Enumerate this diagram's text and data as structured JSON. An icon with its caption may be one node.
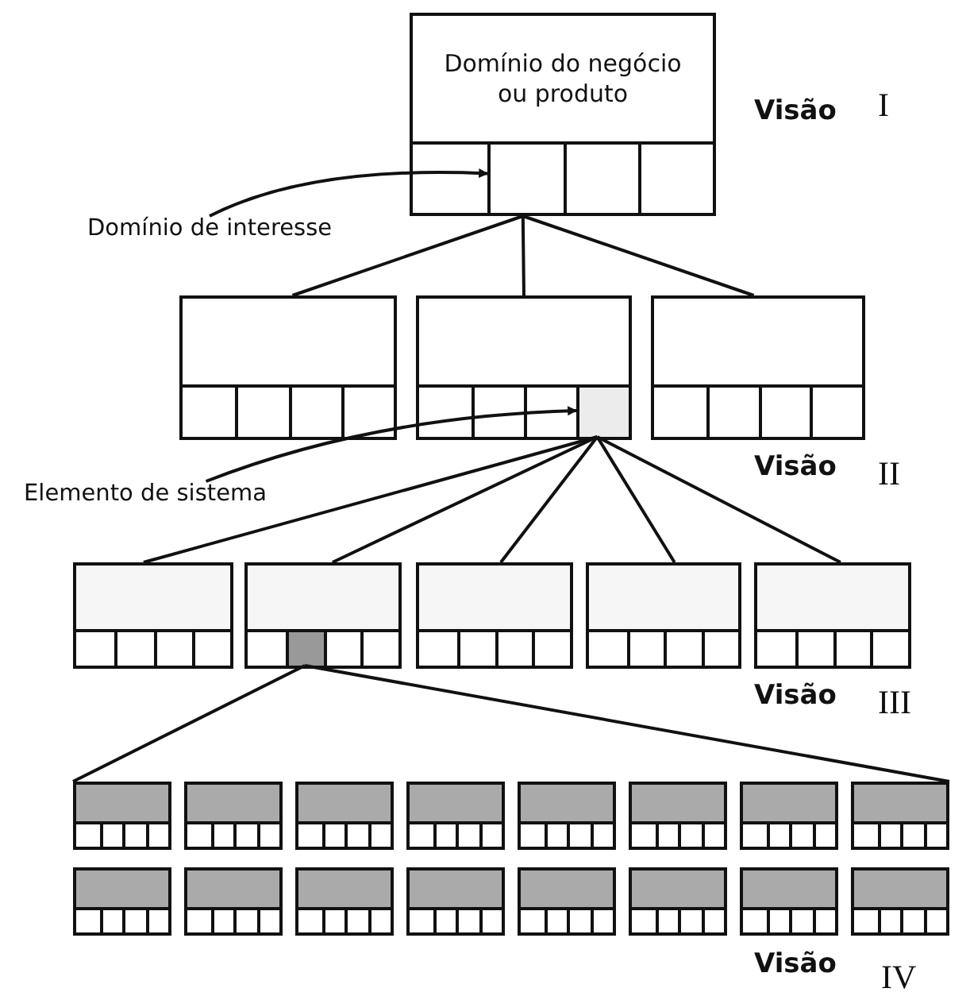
{
  "diagram": {
    "nodes": [
      {
        "text": [
          "Domínio do negócio ou produto"
        ]
      },
      {
        "text": [],
        "shape": "box",
        "in": 0
      },
      {
        "text": [
          "Domínio de interesse"
        ]
      },
      {
        "text": [],
        "shape": "box"
      },
      {
        "text": [],
        "shape": "box"
      },
      {
        "text": [],
        "shape": "box"
      },
      {
        "text": [],
        "shape": "box",
        "in": 4
      },
      {
        "text": [
          "Elemento de sistema"
        ]
      },
      {
        "text": [],
        "shape": "box"
      },
      {
        "text": [],
        "shape": "box"
      },
      {
        "text": [],
        "shape": "box"
      },
      {
        "text": [],
        "shape": "box"
      },
      {
        "text": [],
        "shape": "box"
      },
      {
        "text": [],
        "shape": "box",
        "in": 9
      },
      {
        "text": [],
        "shape": "box"
      },
      {
        "text": [],
        "shape": "box"
      },
      {
        "text": [],
        "shape": "box"
      },
      {
        "text": [],
        "shape": "box"
      },
      {
        "text": [],
        "shape": "box"
      },
      {
        "text": [],
        "shape": "box"
      },
      {
        "text": [],
        "shape": "box"
      },
      {
        "text": [],
        "shape": "box"
      },
      {
        "text": [],
        "shape": "box"
      },
      {
        "text": [],
        "shape": "box"
      },
      {
        "text": [],
        "shape": "box"
      },
      {
        "text": [],
        "shape": "box"
      },
      {
        "text": [],
        "shape": "box"
      },
      {
        "text": [],
        "shape": "box"
      },
      {
        "text": [],
        "shape": "box"
      },
      {
        "text": [],
        "shape": "box"
      }
    ],
    "edges": [
      {
        "from": 2,
        "to": 1,
        "arrow": "to"
      },
      {
        "from": 0,
        "to": 3,
        "arrow": "none"
      },
      {
        "from": 0,
        "to": 4,
        "arrow": "none"
      },
      {
        "from": 0,
        "to": 5,
        "arrow": "none"
      },
      {
        "from": 7,
        "to": 6,
        "arrow": "to"
      },
      {
        "from": 6,
        "to": 8,
        "arrow": "none"
      },
      {
        "from": 6,
        "to": 9,
        "arrow": "none"
      },
      {
        "from": 6,
        "to": 10,
        "arrow": "none"
      },
      {
        "from": 6,
        "to": 11,
        "arrow": "none"
      },
      {
        "from": 6,
        "to": 12,
        "arrow": "none"
      },
      {
        "from": 13,
        "to": 14,
        "arrow": "none"
      },
      {
        "from": 13,
        "to": 21,
        "arrow": "none"
      }
    ],
    "labels": [
      "Visão",
      "I",
      "Visão",
      "II",
      "Visão",
      "III",
      "Visão",
      "IV"
    ]
  }
}
